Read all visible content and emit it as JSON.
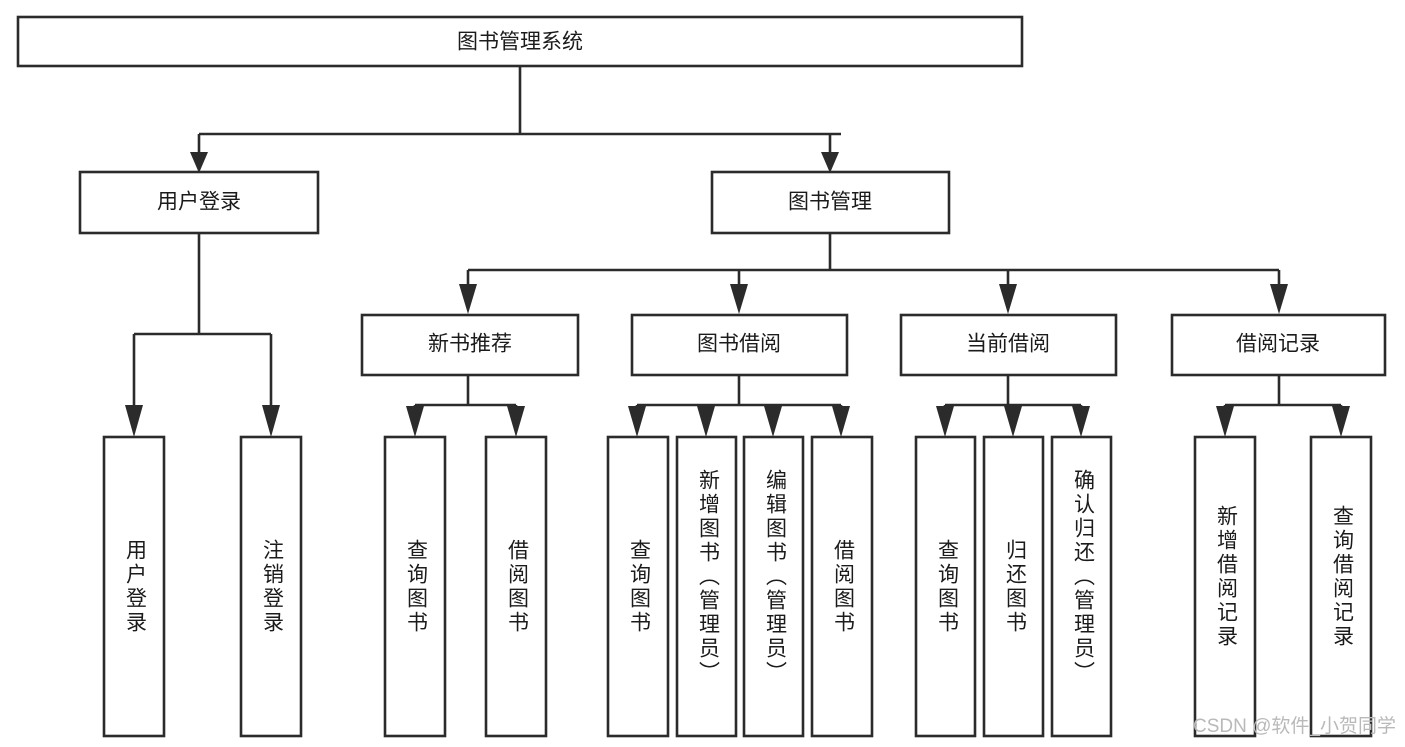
{
  "diagram": {
    "title": "图书管理系统",
    "type": "tree",
    "orientation": "top-down",
    "watermark": "CSDN @软件_小贺同学",
    "colors": {
      "box_stroke": "#2b2b2b",
      "box_fill": "#ffffff",
      "line": "#2b2b2b",
      "text": "#1b1b1b",
      "watermark": "#b9b9b9",
      "background": "#ffffff"
    }
  },
  "nodes": {
    "root": {
      "label": "图书管理系统",
      "level": 1,
      "orientation": "horizontal"
    },
    "l2": [
      {
        "id": "user-login",
        "label": "用户登录",
        "level": 2,
        "orientation": "horizontal"
      },
      {
        "id": "book-manage",
        "label": "图书管理",
        "level": 2,
        "orientation": "horizontal"
      }
    ],
    "l3": [
      {
        "id": "new-book-recommend",
        "label": "新书推荐",
        "level": 3,
        "orientation": "horizontal"
      },
      {
        "id": "book-borrow",
        "label": "图书借阅",
        "level": 3,
        "orientation": "horizontal"
      },
      {
        "id": "current-borrow",
        "label": "当前借阅",
        "level": 3,
        "orientation": "horizontal"
      },
      {
        "id": "borrow-record",
        "label": "借阅记录",
        "level": 3,
        "orientation": "horizontal"
      }
    ],
    "leaves": {
      "user_login": [
        {
          "id": "leaf-user-login",
          "label": "用户登录",
          "orientation": "vertical"
        },
        {
          "id": "leaf-logout-login",
          "label": "注销登录",
          "orientation": "vertical"
        }
      ],
      "new_book_recommend": [
        {
          "id": "leaf-query-book-1",
          "label": "查询图书",
          "orientation": "vertical"
        },
        {
          "id": "leaf-borrow-book-1",
          "label": "借阅图书",
          "orientation": "vertical"
        }
      ],
      "book_borrow": [
        {
          "id": "leaf-query-book-2",
          "label": "查询图书",
          "orientation": "vertical"
        },
        {
          "id": "leaf-add-book-admin",
          "label": "新增图书（管理员）",
          "orientation": "vertical"
        },
        {
          "id": "leaf-edit-book-admin",
          "label": "编辑图书（管理员）",
          "orientation": "vertical"
        },
        {
          "id": "leaf-borrow-book-2",
          "label": "借阅图书",
          "orientation": "vertical"
        }
      ],
      "current_borrow": [
        {
          "id": "leaf-query-book-3",
          "label": "查询图书",
          "orientation": "vertical"
        },
        {
          "id": "leaf-return-book",
          "label": "归还图书",
          "orientation": "vertical"
        },
        {
          "id": "leaf-confirm-return-admin",
          "label": "确认归还（管理员）",
          "orientation": "vertical"
        }
      ],
      "borrow_record": [
        {
          "id": "leaf-add-borrow-record",
          "label": "新增借阅记录",
          "orientation": "vertical"
        },
        {
          "id": "leaf-query-borrow-record",
          "label": "查询借阅记录",
          "orientation": "vertical"
        }
      ]
    }
  }
}
